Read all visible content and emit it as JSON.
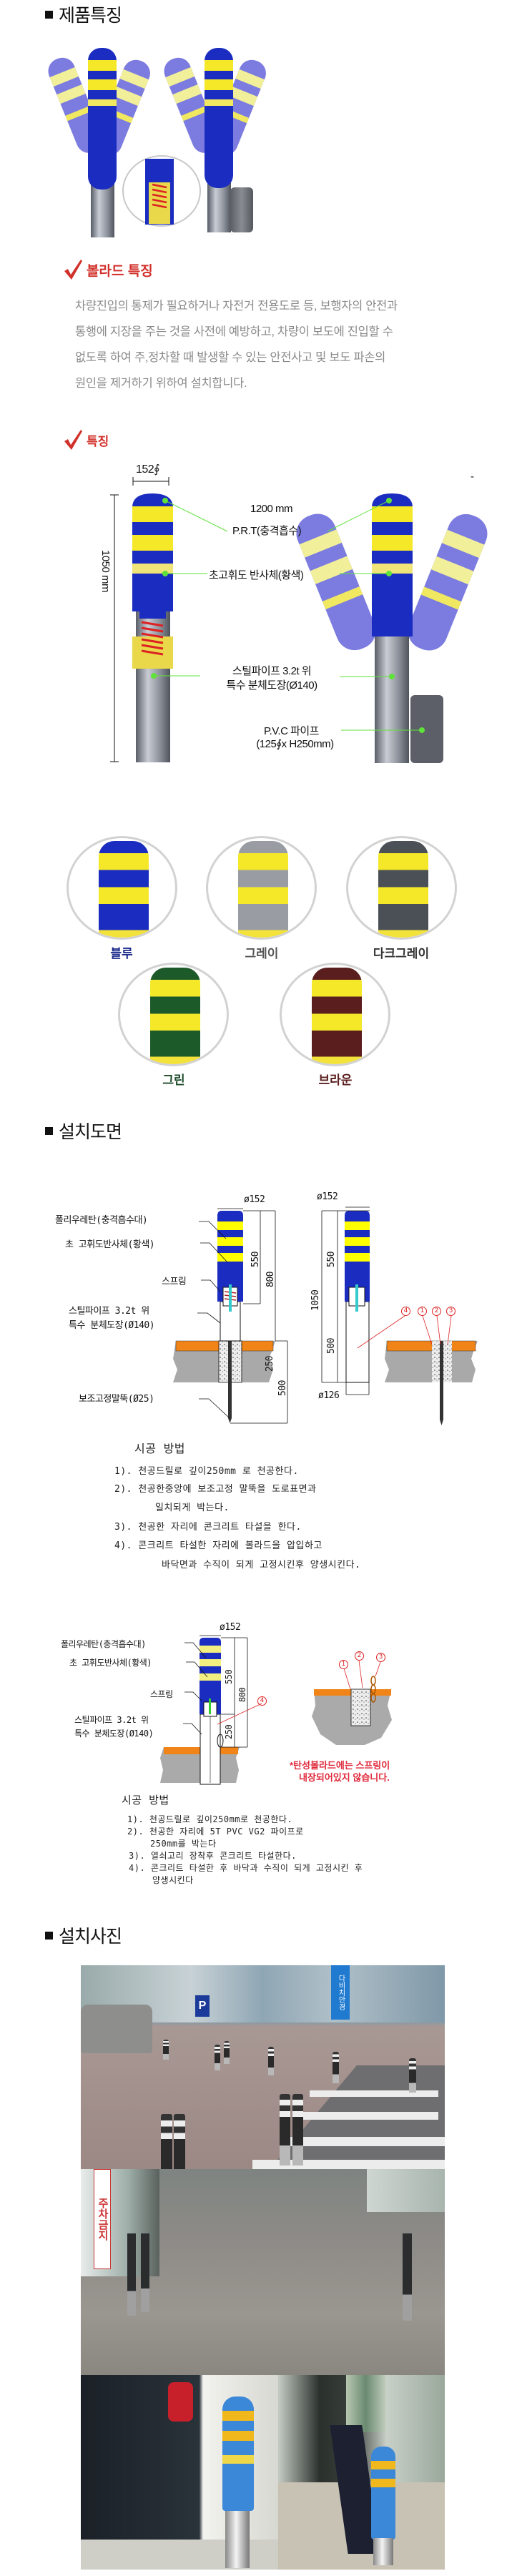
{
  "sections": {
    "features_title": "제품특징",
    "drawing_title": "설치도면",
    "photos_title": "설치사진"
  },
  "bollard_features": {
    "heading": "볼라드 특징",
    "lines": [
      "차량진입의 통제가 필요하거나 자전거 전용도로 등, 보행자의 안전과",
      "통행에 지장을 주는 것을 사전에 예방하고, 차량이 보도에 진입할 수",
      "없도록 하여 주,정차할 때 발생할 수 있는 안전사고 및 보도 파손의",
      "원인을  제거하기 위하여 설치합니다."
    ]
  },
  "spec": {
    "heading": "특징",
    "diameter": "152∮",
    "height_total": "1050 mm",
    "height_fan": "1200 mm",
    "prt": "P.R.T(충격흡수)",
    "reflector": "초고휘도 반사체(황색)",
    "steel_line1": "스틸파이프 3.2t 위",
    "steel_line2": "특수 분체도장(Ø140)",
    "pvc_line1": "P.V.C 파이프",
    "pvc_line2": "(125∮x H250mm)",
    "dash": "-"
  },
  "color_options": [
    {
      "name": "블루",
      "hex": "#1b2cc0",
      "label_color": "#1b2a8c"
    },
    {
      "name": "그레이",
      "hex": "#9a9ca4",
      "label_color": "#555555"
    },
    {
      "name": "다크그레이",
      "hex": "#4a5056",
      "label_color": "#333333"
    },
    {
      "name": "그린",
      "hex": "#1d5a2a",
      "label_color": "#1d4a2a"
    },
    {
      "name": "브라운",
      "hex": "#5a1e1e",
      "label_color": "#5a1e1e"
    }
  ],
  "drawing1": {
    "dia_top": "ø152",
    "dia_top_right": "ø152",
    "dia_bottom": "ø126",
    "labels": [
      "폴리우레탄(충격흡수대)",
      "초 고휘도반사체(황색)",
      "스프링",
      "스틸파이프 3.2t 위",
      "특수 분체도장(Ø140)",
      "보조고정말뚝(Ø25)"
    ],
    "dims": [
      "550",
      "800",
      "250",
      "500",
      "1050",
      "550",
      "500"
    ],
    "callouts": [
      "4",
      "1",
      "2",
      "3"
    ],
    "method_title": "시공 방법",
    "steps": [
      "1). 천공드릴로 깊이250mm 로 천공한다.",
      "2). 천공한중앙에  보조고정 말뚝을 도로표면과",
      "일치되게 박는다.",
      "3).  천공한 자리에  콘크리트 타설을  한다.",
      "4).  콘크리트 타설한 자리에  볼라드을 압입하고",
      "바닥면과 수직이 되게  고정시킨후  양생시킨다."
    ]
  },
  "drawing2": {
    "dia_top": "ø152",
    "labels": [
      "폴리우레탄(충격흡수대)",
      "초 고휘도반사체(황색)",
      "스프링",
      "스틸파이프 3.2t 위",
      "특수 분체도장(Ø140)"
    ],
    "dims": [
      "550",
      "800",
      "250"
    ],
    "callouts": [
      "4",
      "1",
      "2",
      "3"
    ],
    "note_line1": "*탄성볼라드에는 스프링이",
    "note_line2": "내장되어있지 않습니다.",
    "method_title": "시공 방법",
    "steps": [
      "1). 천공드릴로 깊이250mm로 천공한다.",
      "2). 천공한 자리에 5T PVC VG2 파이프로",
      "250mm를 박는다",
      "3). 열쇠고리 장착후 콘크리트 타설한다.",
      "4). 콘크리트 타설한 후 바닥과 수직이 되게 고정시킨 후",
      "양생시킨다"
    ]
  },
  "photos": {
    "sign_parking": "P",
    "sign_store": "다비치안경",
    "sign_no_parking": "주차금지"
  },
  "colors": {
    "blue": "#1b2cc0",
    "yellow": "#f4e829",
    "fan": "#7c7ce0",
    "accent_red": "#d2302a",
    "green_dot": "#5fe23a"
  }
}
